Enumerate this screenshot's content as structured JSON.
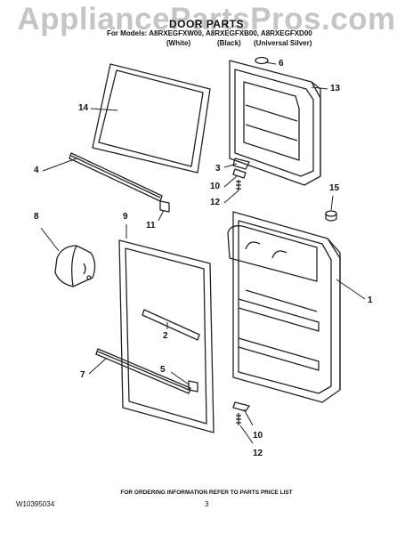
{
  "watermark": "AppliancePartsPros.com",
  "header": {
    "title": "DOOR PARTS",
    "models_line": "For Models: A8RXEGFXW00, A8RXEGFXB00, A8RXEGFXD00",
    "variants": [
      "(White)",
      "(Black)",
      "(Universal Silver)"
    ]
  },
  "callouts": {
    "c1": "1",
    "c2": "2",
    "c3": "3",
    "c4": "4",
    "c5": "5",
    "c6": "6",
    "c7": "7",
    "c8": "8",
    "c9": "9",
    "c10a": "10",
    "c10b": "10",
    "c11": "11",
    "c12a": "12",
    "c12b": "12",
    "c13": "13",
    "c14": "14",
    "c15": "15"
  },
  "footer": {
    "ordering_note": "FOR ORDERING INFORMATION REFER TO PARTS PRICE LIST",
    "doc_number": "W10395034",
    "page_number": "3"
  }
}
